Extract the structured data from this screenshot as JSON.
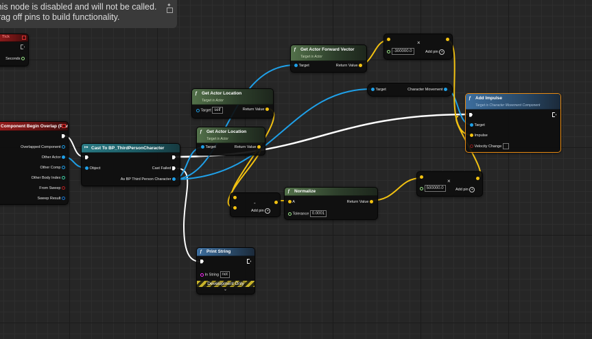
{
  "tooltip": {
    "line1": "This node is disabled and will not be called.",
    "line2": "Drag off pins to build functionality."
  },
  "left_top_node": {
    "label": "Tick",
    "seconds_label": "Seconds"
  },
  "overlap_node": {
    "title": "Component Begin Overlap (Plane)",
    "pins": [
      "Overlapped Component",
      "Other Actor",
      "Other Comp",
      "Other Body Index",
      "From Sweep",
      "Sweep Result"
    ]
  },
  "cast_node": {
    "title": "Cast To BP_ThirdPersonCharacter",
    "object_label": "Object",
    "cast_failed_label": "Cast Failed",
    "as_label": "As BP Third Person Character"
  },
  "get_loc1": {
    "title": "Get Actor Location",
    "subtitle": "Target is Actor",
    "target_label": "Target",
    "target_value": "self",
    "return_label": "Return Value"
  },
  "get_loc2": {
    "title": "Get Actor Location",
    "subtitle": "Target is Actor",
    "target_label": "Target",
    "return_label": "Return Value"
  },
  "get_fwd": {
    "title": "Get Actor Forward Vector",
    "subtitle": "Target is Actor",
    "target_label": "Target",
    "return_label": "Return Value"
  },
  "char_move": {
    "target_label": "Target",
    "out_label": "Character Movement"
  },
  "mult1": {
    "value": "-300000.0",
    "symbol": "×",
    "add_pin": "Add pin"
  },
  "add_impulse": {
    "title": "Add Impulse",
    "subtitle": "Target is Character Movement Component",
    "target_label": "Target",
    "impulse_label": "Impulse",
    "vel_label": "Velocity Change"
  },
  "subtract": {
    "symbol": "-",
    "add_pin": "Add pin"
  },
  "normalize": {
    "title": "Normalize",
    "a_label": "A",
    "return_label": "Return Value",
    "tol_label": "Tolerance",
    "tol_value": "0.0001"
  },
  "mult2": {
    "value": "500000.0",
    "symbol": "×",
    "add_pin": "Add pin"
  },
  "print_string": {
    "title": "Print String",
    "in_label": "In String",
    "in_value": "not",
    "dev_label": "Development Only"
  },
  "colors": {
    "exec": "#ffffff",
    "object": "#1fa0e8",
    "vector": "#f3c211",
    "float": "#9de88a",
    "bool": "#8a1a1a",
    "string": "#ff22ff"
  }
}
